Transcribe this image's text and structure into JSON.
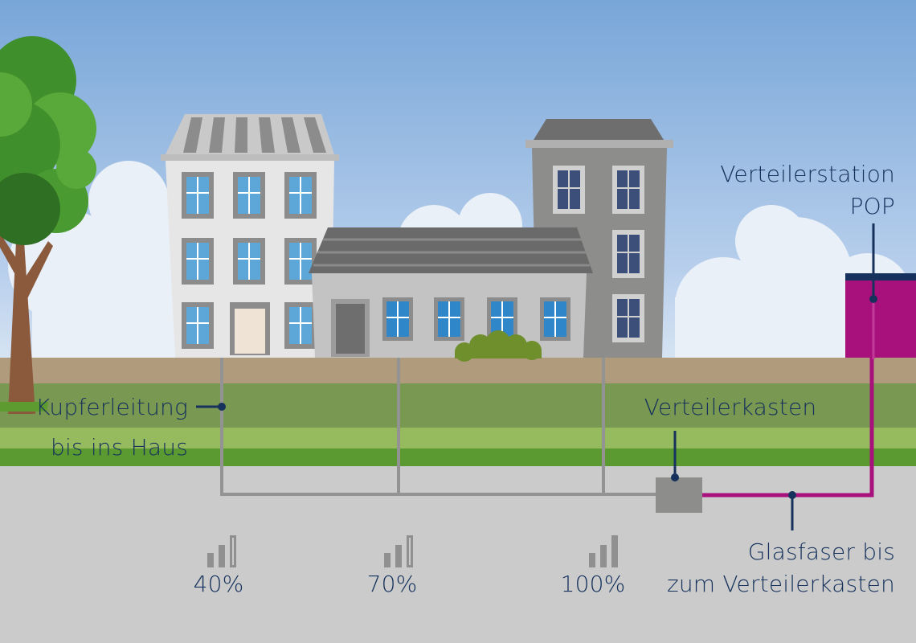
{
  "labels": {
    "pop_line1": "Verteilerstation",
    "pop_line2": "POP",
    "copper_line1": "Kupferleitung",
    "copper_line2": "bis ins Haus",
    "cabinet": "Verteilerkasten",
    "fiber_line1": "Glasfaser bis",
    "fiber_line2": "zum Verteilerkasten"
  },
  "signal": [
    {
      "percent_label": "40%",
      "level": 0.4,
      "filled_bars": 2
    },
    {
      "percent_label": "70%",
      "level": 0.7,
      "filled_bars": 2
    },
    {
      "percent_label": "100%",
      "level": 1.0,
      "filled_bars": 3
    }
  ],
  "icons": [
    "tree-icon",
    "building-icon",
    "distribution-cabinet-icon",
    "pop-station-icon",
    "signal-strength-icon"
  ],
  "colors": {
    "sky_top": "#78a6d8",
    "sky_bottom": "#d7e4f3",
    "soil": "#b09c7d",
    "grass_dark": "#799852",
    "grass_light": "#95bb5e",
    "grass_strip": "#5b9a30",
    "pavement": "#cbcbcb",
    "copper_line": "#939393",
    "fiber_line": "#a8117c",
    "pop_station": "#a8117c",
    "pop_roof": "#16325c",
    "text": "#16325c",
    "cabinet": "#8d8d8c",
    "signal_bar": "#909090"
  }
}
